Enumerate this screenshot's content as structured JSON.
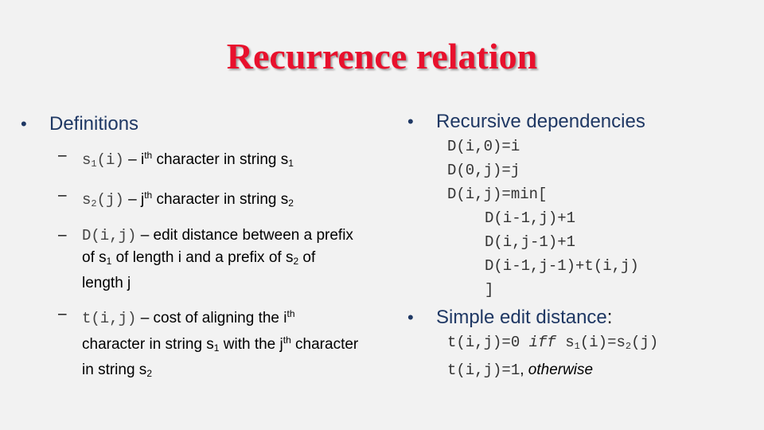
{
  "title": "Recurrence relation",
  "left": {
    "heading": "Definitions",
    "items": [
      {
        "code_base": "s",
        "code_sub": "1",
        "code_arg": "(i)",
        "pre": " – i",
        "sup": "th",
        "post": " character in string s",
        "post_sub": "1"
      },
      {
        "code_base": "s",
        "code_sub": "2",
        "code_arg": "(j)",
        "pre": " – j",
        "sup": "th",
        "post": " character in string s",
        "post_sub": "2"
      },
      {
        "code": "D(i,j)",
        "text1": " – edit distance between a prefix of s",
        "sub1": "1",
        "text2": " of length i and a prefix of s",
        "sub2": "2",
        "text3": " of length j"
      },
      {
        "code": "t(i,j)",
        "text1": " – cost of aligning the i",
        "sup1": "th",
        "text2": " character in string s",
        "sub1": "1",
        "text3": " with the j",
        "sup2": "th",
        "text4": " character in string s",
        "sub2": "2"
      }
    ]
  },
  "right": {
    "heading1": "Recursive dependencies",
    "lines": [
      "D(i,0)=i",
      "D(0,j)=j",
      "D(i,j)=min[",
      "D(i-1,j)+1",
      "D(i,j-1)+1",
      "D(i-1,j-1)+t(i,j)",
      "]"
    ],
    "heading2": "Simple edit distance",
    "heading2_colon": ":",
    "t1_code": "t(i,j)=0 ",
    "t1_iff": "iff",
    "t1_s": " s",
    "t1_s1sub": "1",
    "t1_mid": "(i)=s",
    "t1_s2sub": "2",
    "t1_end": "(j)",
    "t2_code": "t(i,j)=1",
    "t2_comma": ", ",
    "t2_text": "otherwise"
  },
  "colors": {
    "title": "#e8112d",
    "heading": "#1f3864"
  }
}
